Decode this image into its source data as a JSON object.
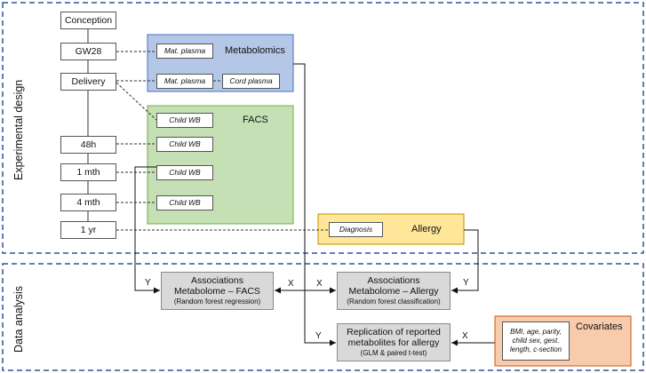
{
  "sections": {
    "design_label": "Experimental design",
    "analysis_label": "Data analysis"
  },
  "timeline": [
    "Conception",
    "GW28",
    "Delivery",
    "48h",
    "1 mth",
    "4 mth",
    "1 yr"
  ],
  "groups": {
    "metabolomics": "Metabolomics",
    "facs": "FACS",
    "allergy": "Allergy",
    "covariates": "Covariates"
  },
  "samples": {
    "mat_plasma_gw28": "Mat. plasma",
    "mat_plasma_delivery": "Mat. plasma",
    "cord_plasma": "Cord plasma",
    "child_wb_delivery": "Child WB",
    "child_wb_48h": "Child WB",
    "child_wb_1mth": "Child WB",
    "child_wb_4mth": "Child WB",
    "diagnosis": "Diagnosis"
  },
  "covariates_text": [
    "BMI, age, parity,",
    "child sex, gest.",
    "length, c-section"
  ],
  "analyses": {
    "facs": {
      "title_1": "Associations",
      "title_2": "Metabolome – FACS",
      "method": "(Random forest regression)"
    },
    "allergy": {
      "title_1": "Associations",
      "title_2": "Metabolome – Allergy",
      "method": "(Random forest classification)"
    },
    "replication": {
      "title_1": "Replication of reported",
      "title_2": "metabolites for allergy",
      "method": "(GLM & paired t-test)"
    }
  },
  "edge_labels": {
    "y": "Y",
    "x": "X"
  },
  "colors": {
    "metabolomics_fill": "#b4c7e7",
    "metabolomics_border": "#4472c4",
    "facs_fill": "#c5e0b4",
    "facs_border": "#70ad47",
    "allergy_fill": "#ffe699",
    "allergy_border": "#bf9000",
    "covariates_fill": "#f8cbad",
    "covariates_border": "#c55a11",
    "analysis_fill": "#d9d9d9",
    "section_border": "#2f5597"
  }
}
